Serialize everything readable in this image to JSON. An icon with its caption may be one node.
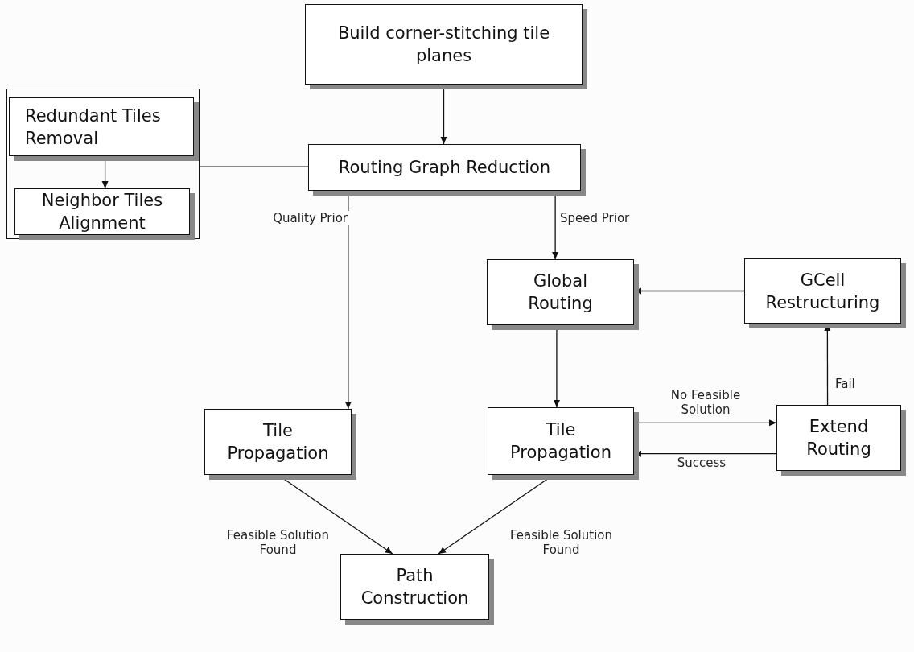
{
  "diagram": {
    "nodes": [
      {
        "text": [
          "Build corner-stitching tile planes"
        ]
      },
      {
        "text": [],
        "shape": "box"
      },
      {
        "text": [
          "Redundant Tiles Removal"
        ],
        "in": 1
      },
      {
        "text": [
          "Neighbor Tiles Alignment"
        ],
        "in": 1
      },
      {
        "text": [
          "Routing Graph Reduction"
        ]
      },
      {
        "text": [
          "Global Routing"
        ]
      },
      {
        "text": [
          "GCell Restructuring"
        ]
      },
      {
        "text": [
          "Tile Propagation"
        ]
      },
      {
        "text": [
          "Tile Propagation"
        ]
      },
      {
        "text": [
          "Extend Routing"
        ]
      },
      {
        "text": [
          "Path Construction"
        ]
      }
    ],
    "edges": [
      {
        "from": 0,
        "to": 4,
        "arrow": "to"
      },
      {
        "from": 2,
        "to": 3,
        "arrow": "to"
      },
      {
        "from": 1,
        "to": 4,
        "arrow": "none"
      },
      {
        "from": 4,
        "to": 7,
        "arrow": "to",
        "label": "Quality Prior"
      },
      {
        "from": 4,
        "to": 5,
        "arrow": "to",
        "label": "Speed Prior"
      },
      {
        "from": 6,
        "to": 5,
        "arrow": "to"
      },
      {
        "from": 5,
        "to": 8,
        "arrow": "to"
      },
      {
        "from": 8,
        "to": 9,
        "arrow": "to",
        "label": "No Feasible Solution"
      },
      {
        "from": 9,
        "to": 8,
        "arrow": "to",
        "label": "Success"
      },
      {
        "from": 9,
        "to": 6,
        "arrow": "to",
        "label": "Fail"
      },
      {
        "from": 7,
        "to": 10,
        "arrow": "to",
        "label": "Feasible Solution Found"
      },
      {
        "from": 8,
        "to": 10,
        "arrow": "to",
        "label": "Feasible Solution Found"
      }
    ]
  }
}
